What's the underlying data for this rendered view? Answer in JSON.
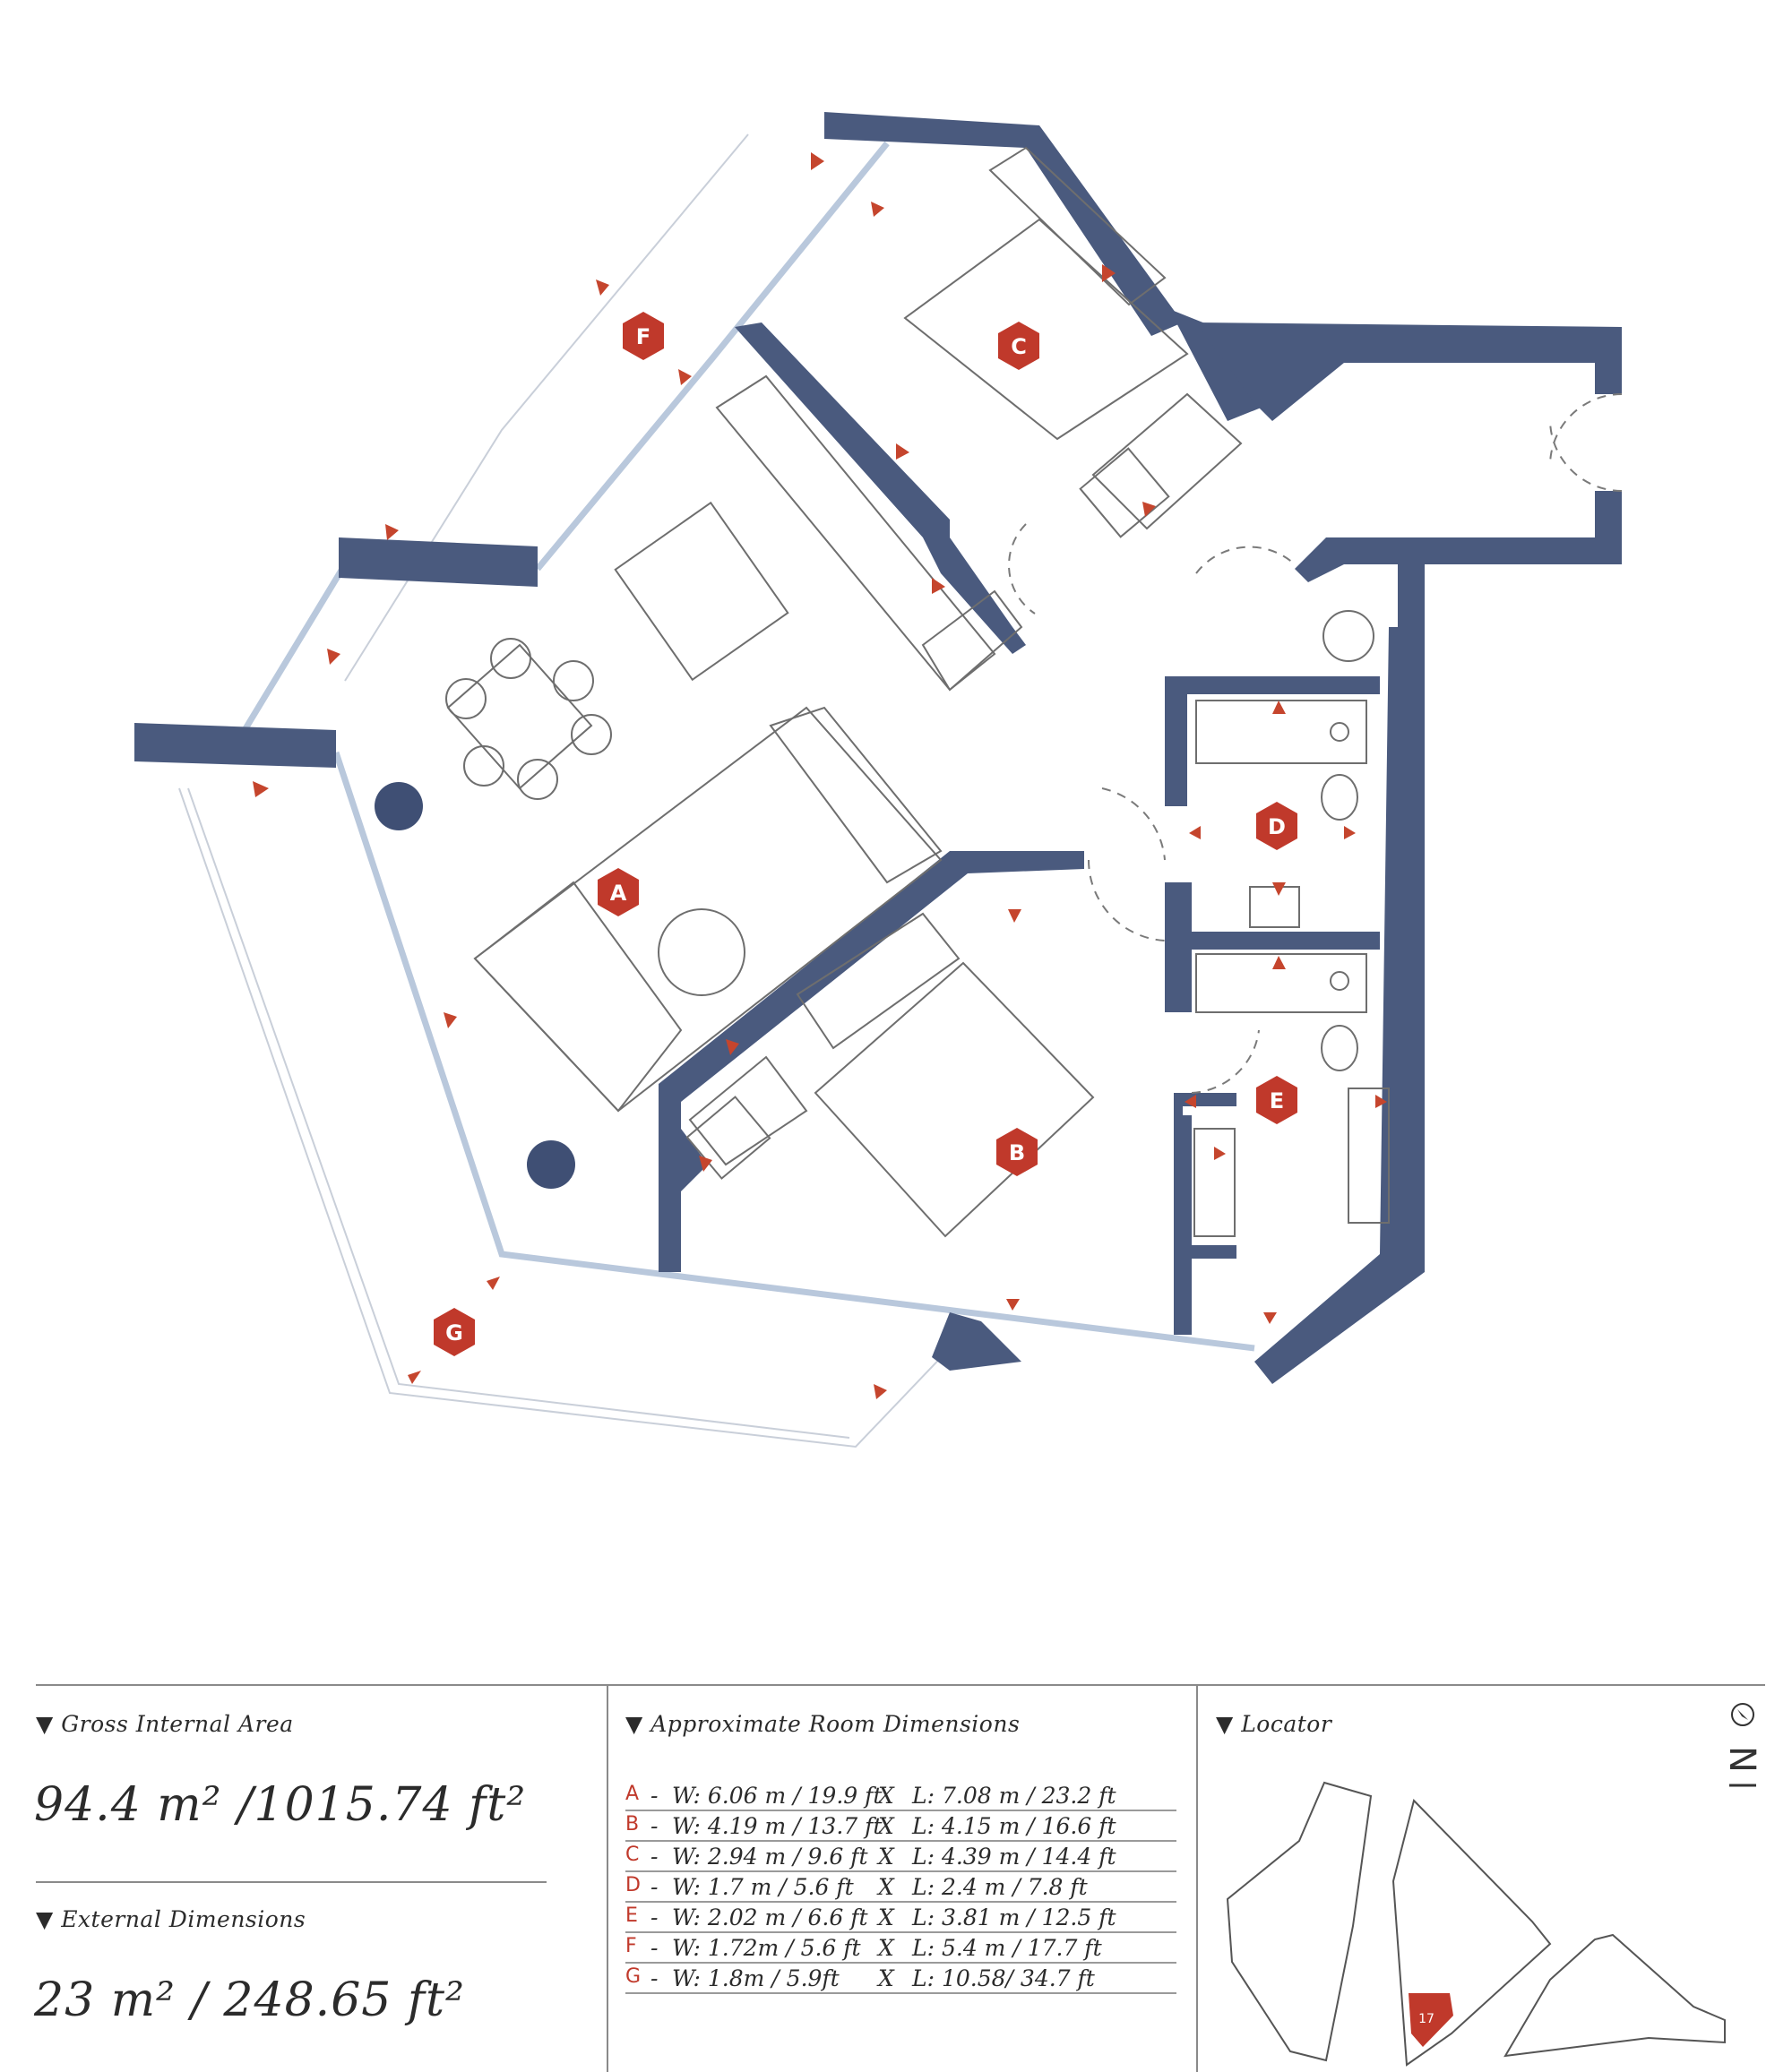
{
  "colors": {
    "wall": "#4a5a7e",
    "glass": "#b9c8dc",
    "badge": "#c0392b",
    "arrow": "#c5452d",
    "locator_highlight": "#c0392b"
  },
  "rooms": [
    {
      "letter": "A"
    },
    {
      "letter": "B"
    },
    {
      "letter": "C"
    },
    {
      "letter": "D"
    },
    {
      "letter": "E"
    },
    {
      "letter": "F"
    },
    {
      "letter": "G"
    }
  ],
  "gross": {
    "heading": "Gross Internal Area",
    "value": "94.4 m² /1015.74 ft²"
  },
  "external": {
    "heading": "External Dimensions",
    "value": "23 m² / 248.65 ft²"
  },
  "dimensions": {
    "heading": "Approximate Room Dimensions",
    "rows": [
      {
        "letter": "A",
        "dash": "-",
        "w": "W: 6.06 m / 19.9 ft",
        "x": "X",
        "l": "L: 7.08 m / 23.2 ft"
      },
      {
        "letter": "B",
        "dash": "-",
        "w": "W: 4.19 m / 13.7 ft",
        "x": "X",
        "l": "L: 4.15 m / 16.6 ft"
      },
      {
        "letter": "C",
        "dash": "-",
        "w": "W: 2.94 m / 9.6 ft",
        "x": "X",
        "l": "L: 4.39 m / 14.4 ft"
      },
      {
        "letter": "D",
        "dash": "-",
        "w": "W: 1.7 m / 5.6 ft",
        "x": "X",
        "l": "L: 2.4 m / 7.8 ft"
      },
      {
        "letter": "E",
        "dash": "-",
        "w": "W: 2.02 m / 6.6 ft",
        "x": "X",
        "l": "L: 3.81 m / 12.5 ft"
      },
      {
        "letter": "F",
        "dash": "-",
        "w": "W: 1.72m / 5.6 ft",
        "x": "X",
        "l": "L: 5.4 m / 17.7 ft"
      },
      {
        "letter": "G",
        "dash": "-",
        "w": "W: 1.8m / 5.9ft",
        "x": "X",
        "l": "L: 10.58/ 34.7 ft"
      }
    ]
  },
  "locator": {
    "heading": "Locator",
    "unit_number": "17",
    "north_label": "N",
    "compass_icon": "compass-icon"
  }
}
